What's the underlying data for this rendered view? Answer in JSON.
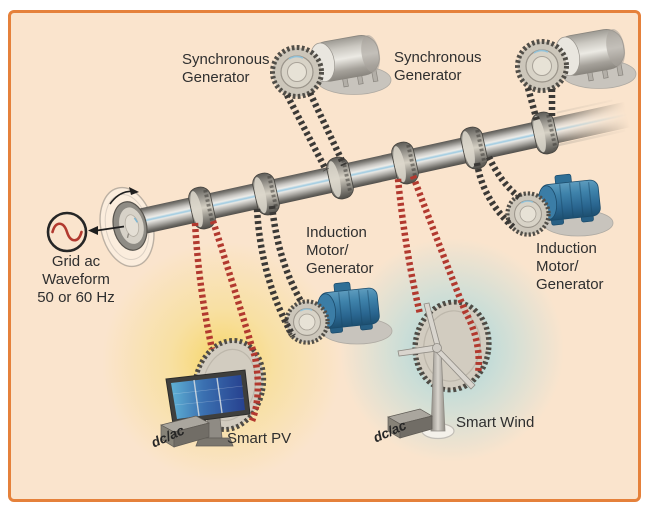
{
  "figure": {
    "description": "Electromechanical analogy of the ac power grid: a common rotating shaft belt-coupled to synchronous generators, induction machines, smart PV and smart wind"
  },
  "labels": {
    "grid_waveform": [
      "Grid ac",
      "Waveform",
      "50 or 60 Hz"
    ],
    "sync_generator_left": [
      "Synchronous",
      "Generator"
    ],
    "sync_generator_right": [
      "Synchronous",
      "Generator"
    ],
    "induction_left": [
      "Induction",
      "Motor/",
      "Generator"
    ],
    "induction_right": [
      "Induction",
      "Motor/",
      "Generator"
    ],
    "smart_pv": "Smart PV",
    "smart_wind": "Smart Wind",
    "pv_converter": "dc/ac",
    "wind_converter": "dc/ac"
  },
  "colors": {
    "panel_background": "#fae4cd",
    "panel_border": "#e5813b",
    "ac_belt_black": "#3b3936",
    "dc_belt_red": "#b2392f",
    "induction_motor_blue": "#2f6f96",
    "pv_glow_yellow": "#f6d45c",
    "wind_glow_teal": "#9ed2d8",
    "text": "#2f2f2f",
    "waveform_red": "#b2392f"
  }
}
